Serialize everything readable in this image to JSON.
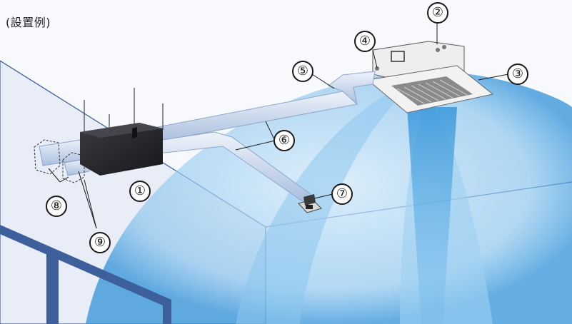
{
  "title": "(設置例)",
  "callouts": {
    "c1": "①",
    "c2": "②",
    "c3": "③",
    "c4": "④",
    "c5": "⑤",
    "c6": "⑥",
    "c7": "⑦",
    "c8": "⑧",
    "c9": "⑨"
  },
  "colors": {
    "room_wall": "#e9edf7",
    "room_edge": "#3d5f9c",
    "airflow": "#2a8fd8",
    "duct": "#c8d7ec",
    "unit_dark": "#2b2b2f",
    "unit_light": "#eeeeee"
  }
}
